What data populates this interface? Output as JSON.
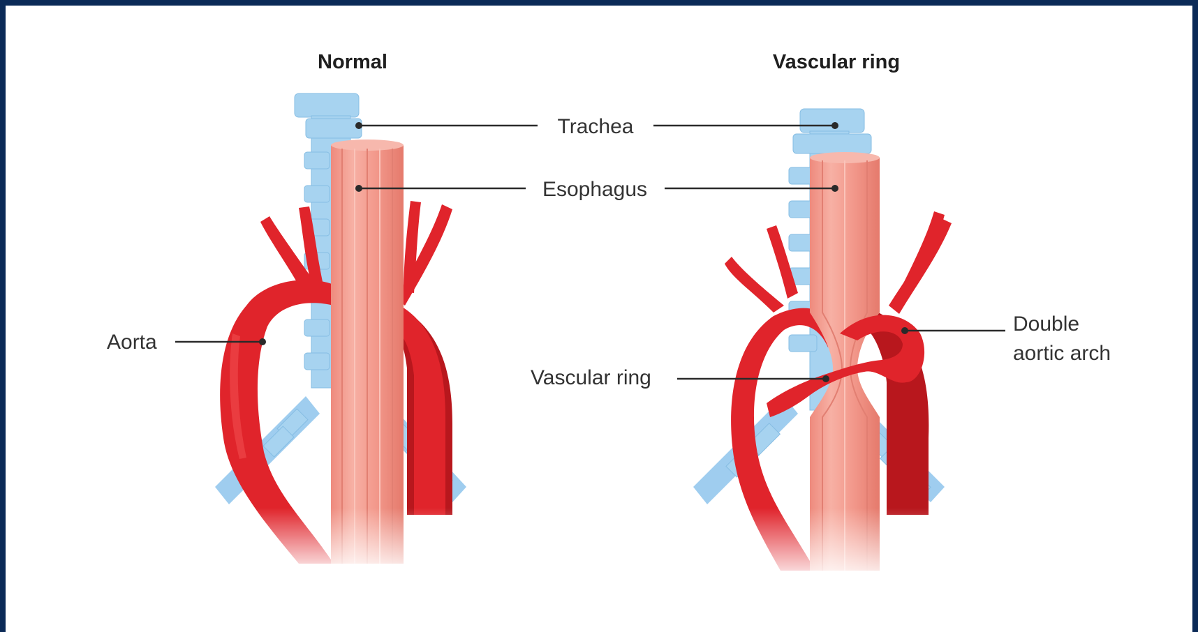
{
  "titles": {
    "normal": "Normal",
    "vascular_ring": "Vascular ring"
  },
  "labels": {
    "trachea": "Trachea",
    "esophagus": "Esophagus",
    "aorta": "Aorta",
    "vascular_ring": "Vascular ring",
    "double_aortic_arch_line1": "Double",
    "double_aortic_arch_line2": "aortic arch"
  },
  "colors": {
    "frame_border": "#0b2a57",
    "background": "#ffffff",
    "artery_red": "#e0242b",
    "esophagus_pink": "#f19a8e",
    "trachea_blue": "#a7d3f0",
    "text": "#333333"
  }
}
